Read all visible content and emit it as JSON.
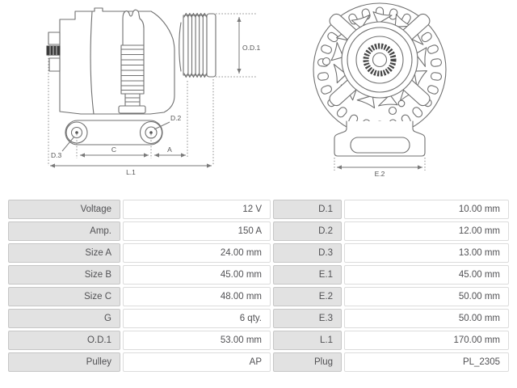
{
  "diagram": {
    "dim_labels": {
      "od1": "O.D.1",
      "d2": "D.2",
      "d3": "D.3",
      "c": "C",
      "a": "A",
      "l1": "L.1",
      "e2": "E.2"
    },
    "line_color": "#707070"
  },
  "table": {
    "rows": [
      {
        "l": "Voltage",
        "lv": "12 V",
        "r": "D.1",
        "rv": "10.00 mm"
      },
      {
        "l": "Amp.",
        "lv": "150 A",
        "r": "D.2",
        "rv": "12.00 mm"
      },
      {
        "l": "Size A",
        "lv": "24.00 mm",
        "r": "D.3",
        "rv": "13.00 mm"
      },
      {
        "l": "Size B",
        "lv": "45.00 mm",
        "r": "E.1",
        "rv": "45.00 mm"
      },
      {
        "l": "Size C",
        "lv": "48.00 mm",
        "r": "E.2",
        "rv": "50.00 mm"
      },
      {
        "l": "G",
        "lv": "6 qty.",
        "r": "E.3",
        "rv": "50.00 mm"
      },
      {
        "l": "O.D.1",
        "lv": "53.00 mm",
        "r": "L.1",
        "rv": "170.00 mm"
      },
      {
        "l": "Pulley",
        "lv": "AP",
        "r": "Plug",
        "rv": "PL_2305"
      }
    ]
  },
  "colors": {
    "label_bg": "#e2e2e2",
    "label_border": "#c6c6c6",
    "value_bg": "#ffffff",
    "value_border": "#dcdcdc",
    "text": "#515154"
  }
}
